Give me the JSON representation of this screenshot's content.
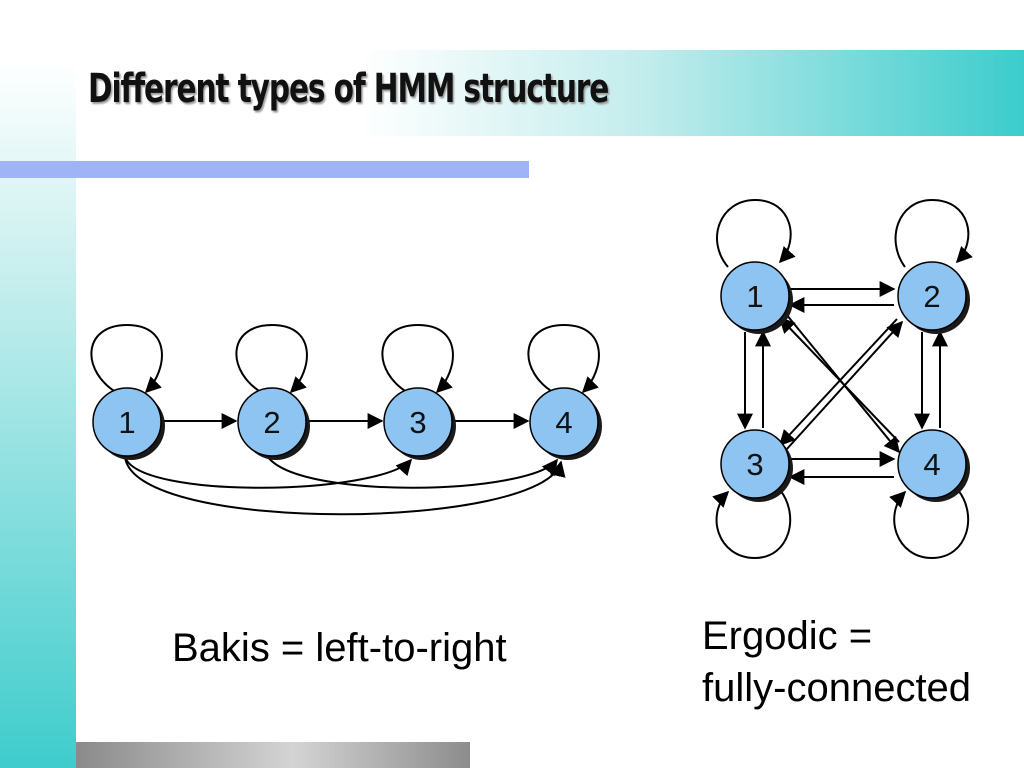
{
  "slide": {
    "title": "Different types of HMM structure"
  },
  "bakis": {
    "nodes": [
      "1",
      "2",
      "3",
      "4"
    ],
    "caption": "Bakis = left-to-right"
  },
  "ergodic": {
    "nodes": [
      "1",
      "2",
      "3",
      "4"
    ],
    "caption_line1": "Ergodic =",
    "caption_line2": "fully-connected"
  },
  "colors": {
    "node_fill": "#8ec4f2",
    "node_shadow": "#1a1a1a",
    "teal_accent": "#3ccccc",
    "blue_bar": "#9fb3f7"
  }
}
